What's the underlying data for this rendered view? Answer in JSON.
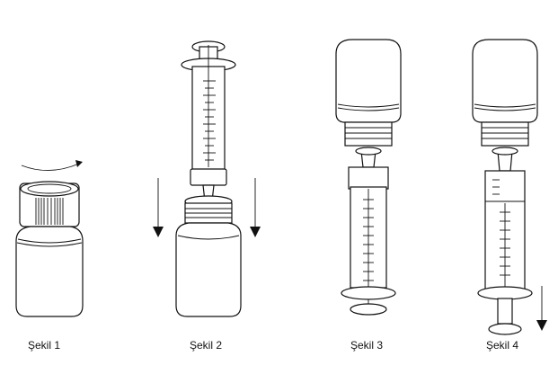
{
  "figures": [
    {
      "id": "fig1",
      "caption": "Şekil 1",
      "depicts": "bottle with child-resistant cap being unscrewed (rotation arrow)"
    },
    {
      "id": "fig2",
      "caption": "Şekil 2",
      "depicts": "oral syringe inserted into bottle adapter, downward arrows"
    },
    {
      "id": "fig3",
      "caption": "Şekil 3",
      "depicts": "bottle inverted with syringe attached"
    },
    {
      "id": "fig4",
      "caption": "Şekil 4",
      "depicts": "plunger pulled down to draw liquid, downward arrow"
    }
  ],
  "colors": {
    "ink": "#111111",
    "background": "#ffffff"
  }
}
